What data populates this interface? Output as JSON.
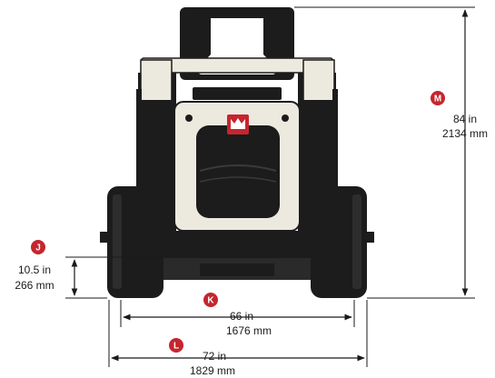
{
  "colors": {
    "machine_black": "#1c1c1c",
    "machine_cream": "#ece9df",
    "accent_red": "#c4262e",
    "dimension_line": "#1a1a1a"
  },
  "dimensions": {
    "M": {
      "marker": "M",
      "imperial": "84 in",
      "metric": "2134 mm"
    },
    "J": {
      "marker": "J",
      "imperial": "10.5 in",
      "metric": "266 mm"
    },
    "K": {
      "marker": "K",
      "imperial": "66 in",
      "metric": "1676 mm"
    },
    "L": {
      "marker": "L",
      "imperial": "72 in",
      "metric": "1829 mm"
    }
  },
  "icons": {
    "brand_logo": "crown-logo-icon"
  }
}
